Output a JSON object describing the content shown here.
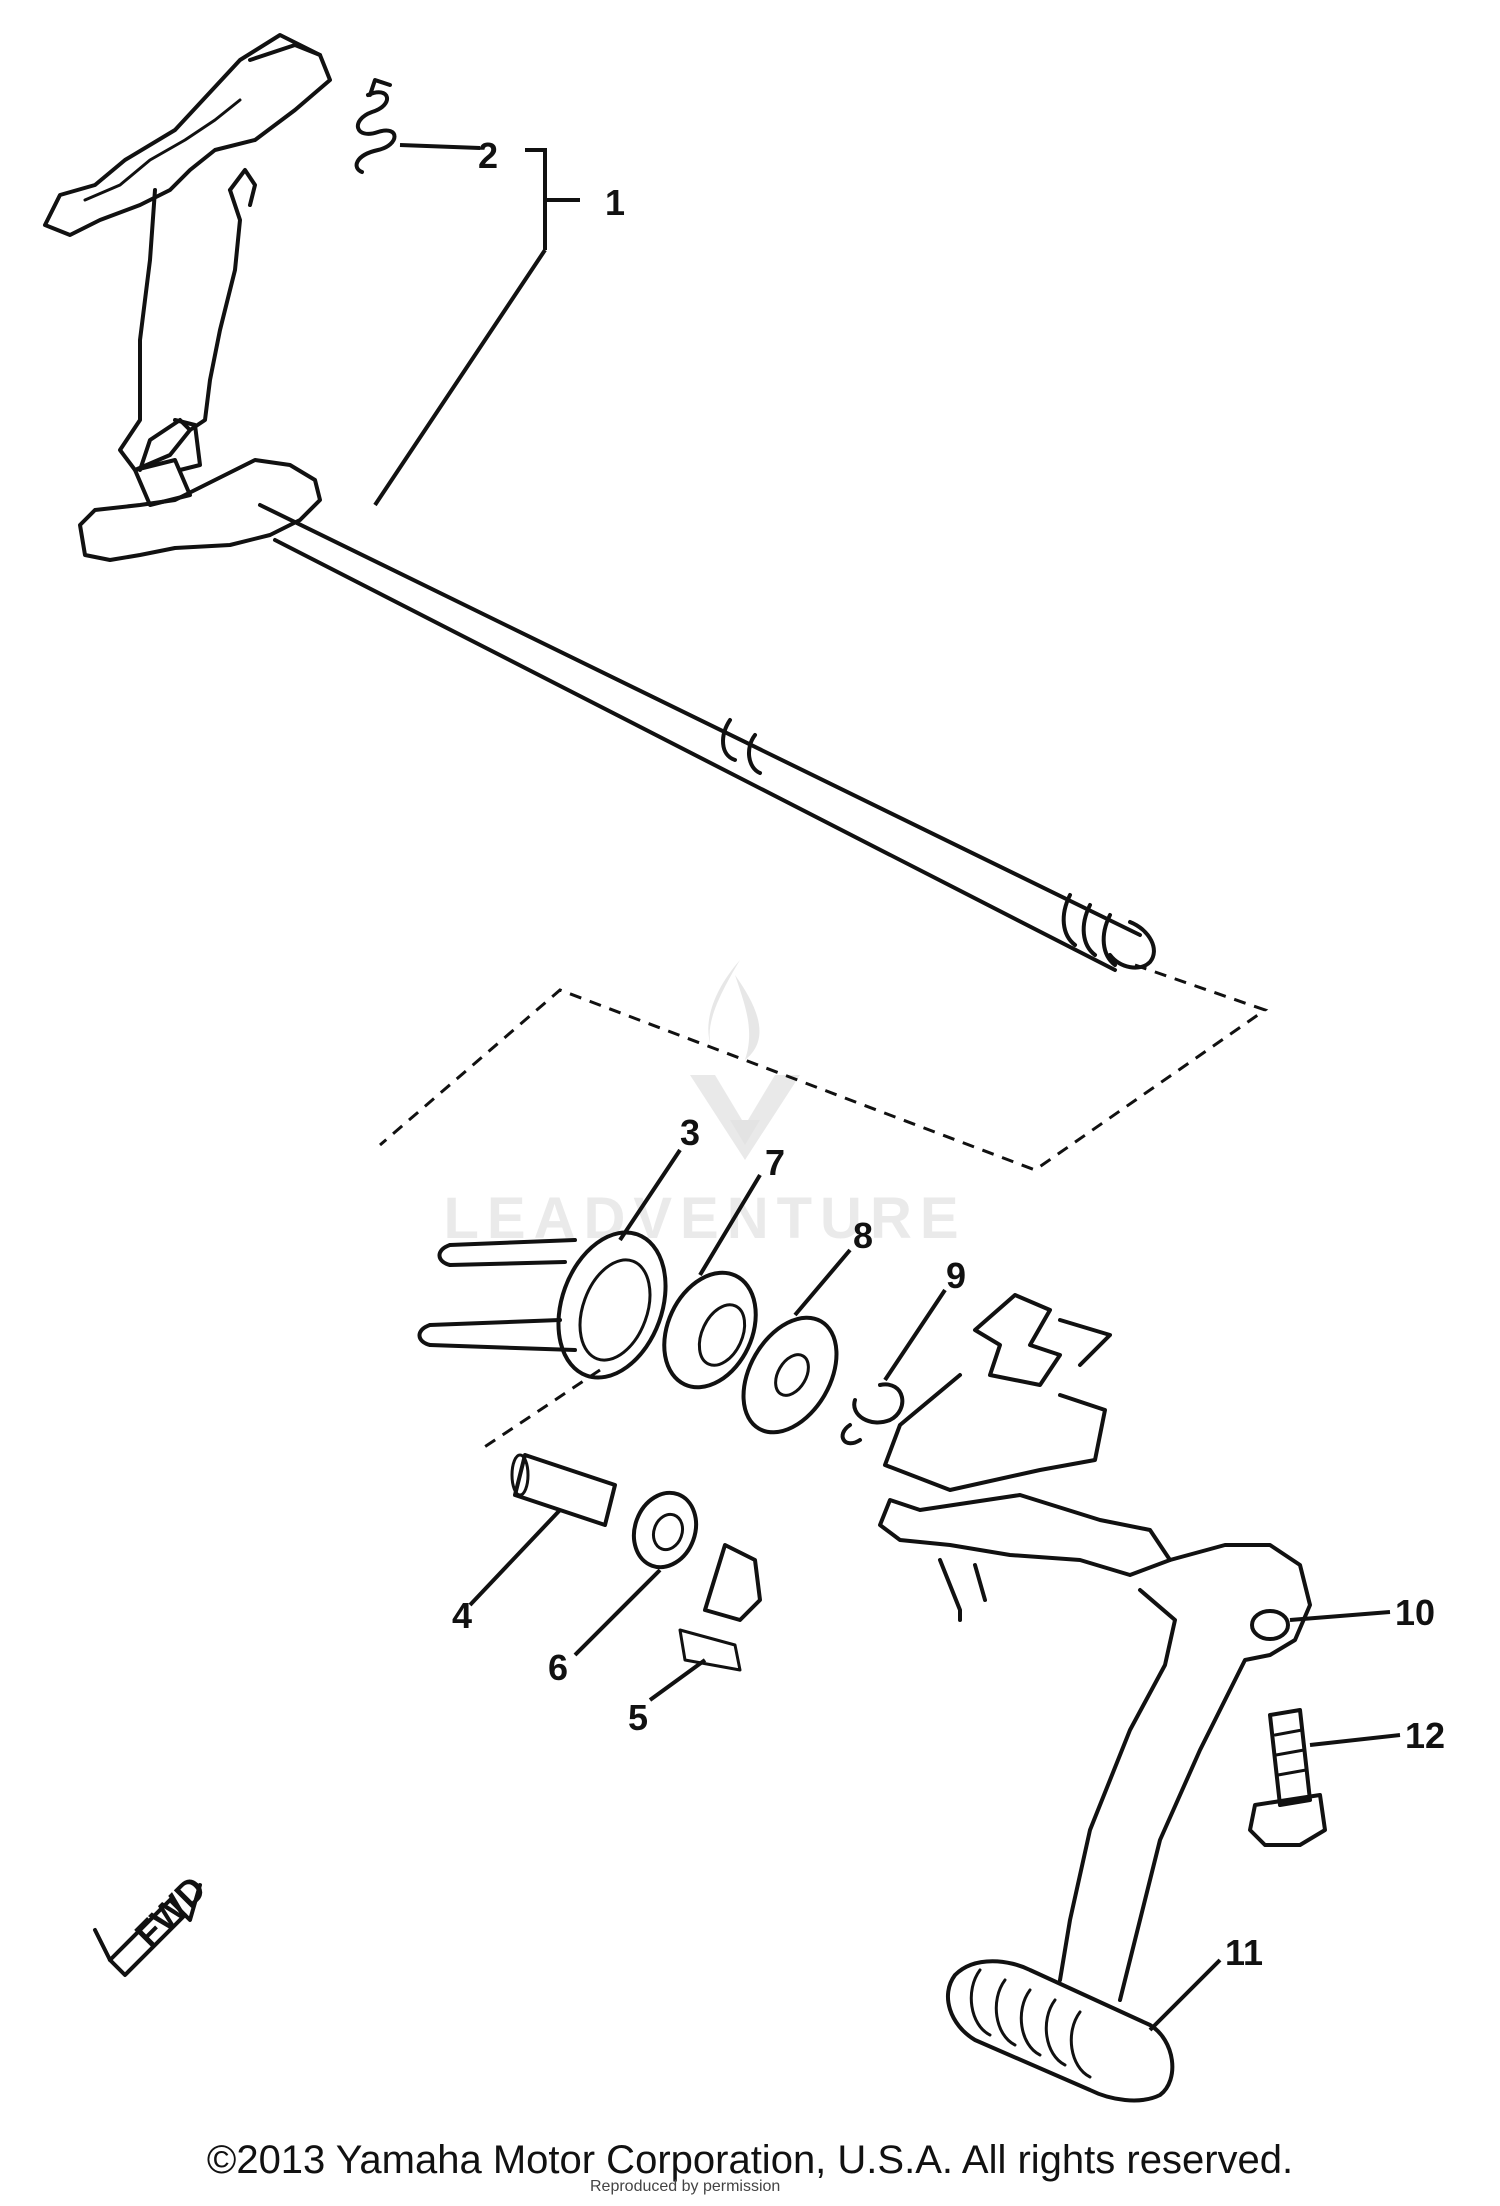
{
  "diagram": {
    "callouts": [
      {
        "id": "1",
        "label": "1"
      },
      {
        "id": "2",
        "label": "2"
      },
      {
        "id": "3",
        "label": "3"
      },
      {
        "id": "4",
        "label": "4"
      },
      {
        "id": "5",
        "label": "5"
      },
      {
        "id": "6",
        "label": "6"
      },
      {
        "id": "7",
        "label": "7"
      },
      {
        "id": "8",
        "label": "8"
      },
      {
        "id": "9",
        "label": "9"
      },
      {
        "id": "10",
        "label": "10"
      },
      {
        "id": "11",
        "label": "11"
      },
      {
        "id": "12",
        "label": "12"
      }
    ],
    "fwd_label": "FWD"
  },
  "watermark": {
    "brand": "LEADVENTURE",
    "icon": "flame-v-logo-icon"
  },
  "footer": {
    "copyright": "©2013 Yamaha Motor Corporation, U.S.A. All rights reserved.",
    "repro_note": "Reproduced by permission"
  },
  "colors": {
    "ink": "#111111",
    "watermark": "#d9d9d9",
    "background": "#ffffff"
  }
}
